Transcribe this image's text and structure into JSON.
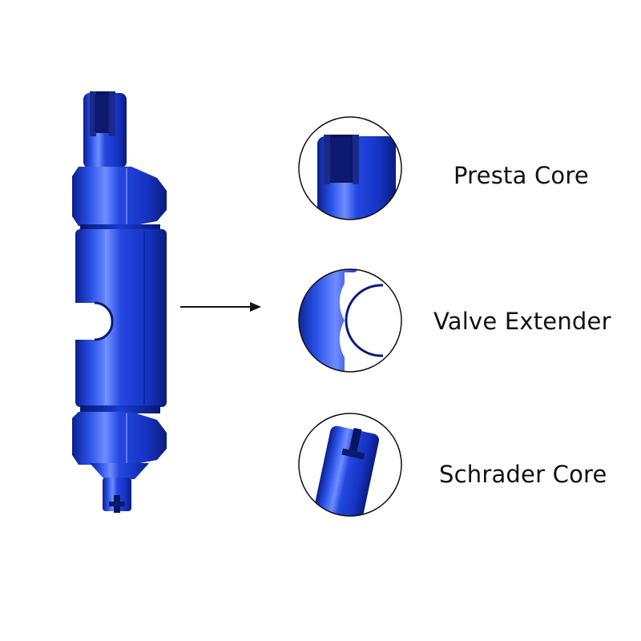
{
  "product": {
    "name": "valve-core-removal-tool",
    "color": "#1a3fd6",
    "highlight_color": "#6f8dff",
    "shadow_color": "#0a1f8c"
  },
  "callouts": [
    {
      "id": "presta",
      "label": "Presta Core",
      "icon": "presta-core-closeup"
    },
    {
      "id": "valve",
      "label": "Valve Extender",
      "icon": "valve-extender-closeup"
    },
    {
      "id": "schrader",
      "label": "Schrader Core",
      "icon": "schrader-core-closeup"
    }
  ],
  "pointer": {
    "icon": "arrow-right-icon"
  }
}
